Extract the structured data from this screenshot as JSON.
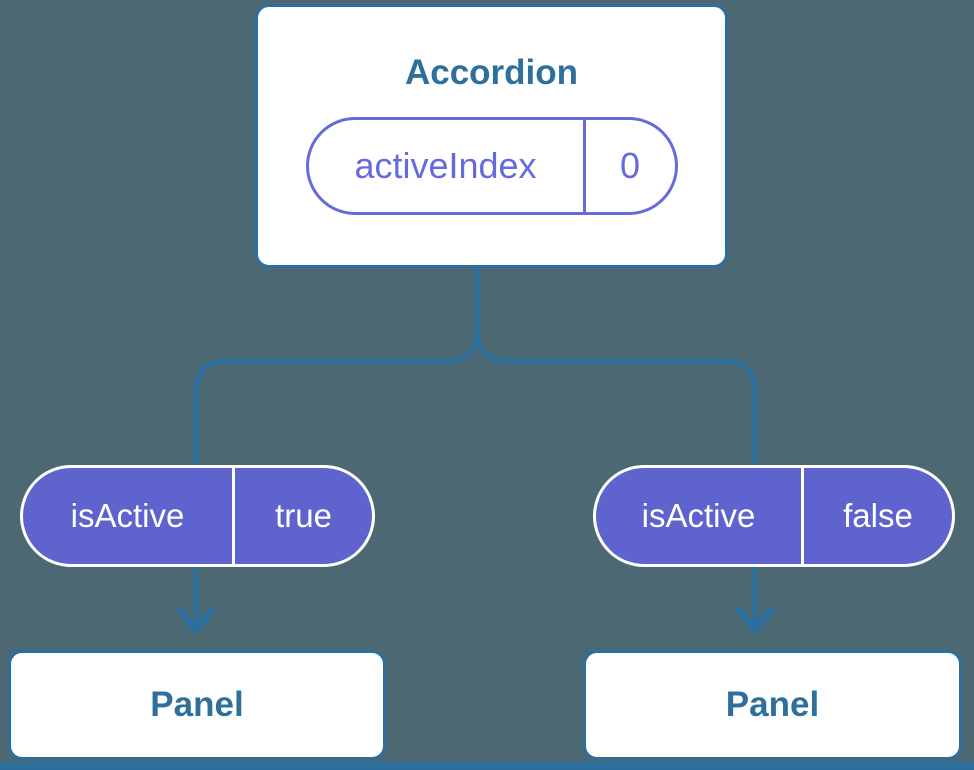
{
  "colors": {
    "background": "#4C6872",
    "line_blue": "#2C6E9E",
    "text_blue": "#2E6F9C",
    "purple_outline": "#666BDB",
    "purple_fill": "#5F63CE",
    "box_fill": "#FFFFFF"
  },
  "diagram": {
    "type": "component-tree",
    "root": {
      "title": "Accordion",
      "state": {
        "name": "activeIndex",
        "value": "0"
      }
    },
    "children": [
      {
        "prop": {
          "name": "isActive",
          "value": "true"
        },
        "component": "Panel"
      },
      {
        "prop": {
          "name": "isActive",
          "value": "false"
        },
        "component": "Panel"
      }
    ]
  }
}
